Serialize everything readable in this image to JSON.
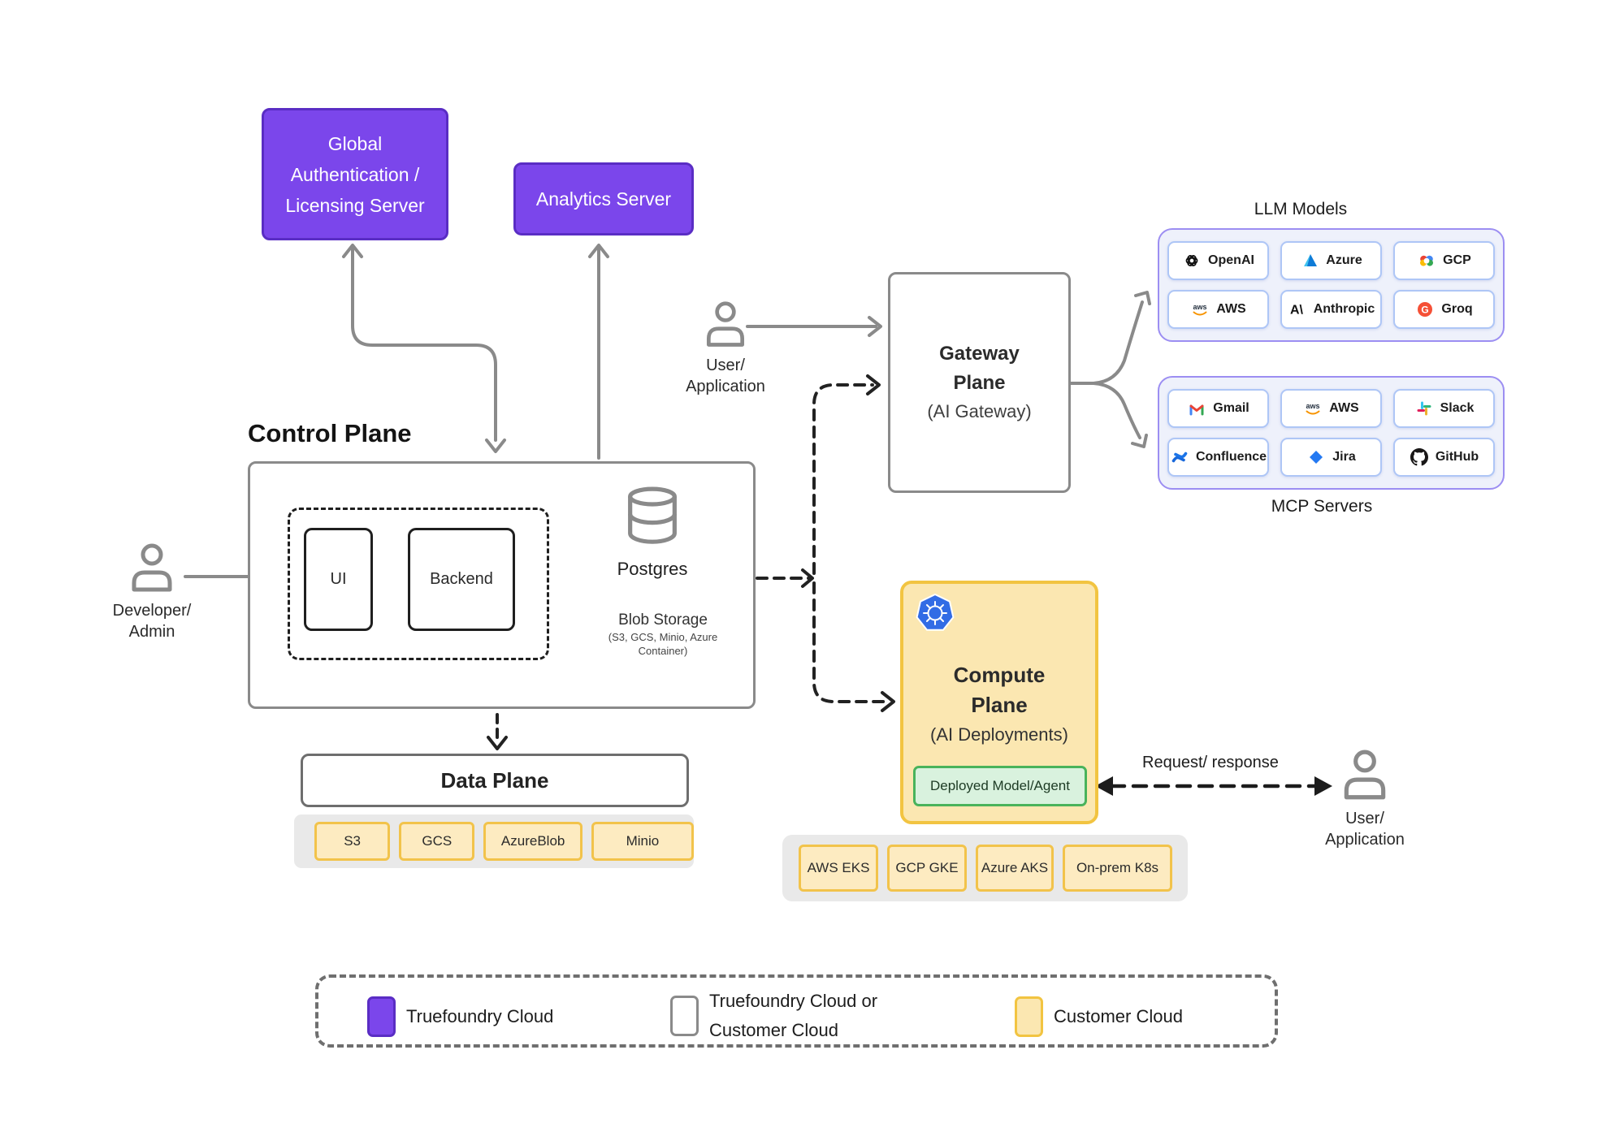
{
  "colors": {
    "truefoundry_purple": "#7B46EB",
    "purple_border": "#5A2DC4",
    "customer_yellow_fill": "#FBE7B1",
    "customer_yellow_border": "#F2C441",
    "chip_yellow_fill": "#FDEBC1",
    "chip_yellow_border": "#F2C34B",
    "green_fill": "#D9F2DE",
    "green_border": "#49B35B",
    "panel_fill": "#EEF1FB",
    "panel_border": "#9C8EF2",
    "gray_line": "#8A8A8A",
    "dark_line": "#1F1F1F",
    "strip_bg": "#E9E9E9",
    "kubernetes_blue": "#326CE5"
  },
  "nodes": {
    "global_auth": {
      "lines": [
        "Global",
        "Authentication /",
        "Licensing Server"
      ]
    },
    "analytics": {
      "label": "Analytics Server"
    },
    "control_plane": {
      "title": "Control Plane"
    },
    "ui_box": {
      "label": "UI"
    },
    "backend_box": {
      "label": "Backend"
    },
    "postgres": {
      "label": "Postgres"
    },
    "blob": {
      "title": "Blob Storage",
      "sub_lines": [
        "(S3, GCS, Minio, Azure",
        "Container)"
      ]
    },
    "data_plane": {
      "title": "Data Plane"
    },
    "gateway": {
      "lines": [
        "Gateway",
        "Plane"
      ],
      "sub": "(AI Gateway)"
    },
    "compute": {
      "lines": [
        "Compute",
        "Plane"
      ],
      "sub": "(AI Deployments)",
      "deployed": "Deployed Model/Agent"
    },
    "developer": {
      "lines": [
        "Developer/",
        "Admin"
      ]
    },
    "user_top": {
      "lines": [
        "User/",
        "Application"
      ]
    },
    "user_bottom": {
      "lines": [
        "User/",
        "Application"
      ]
    },
    "request_label": "Request/ response"
  },
  "storage_strip": {
    "items": [
      "S3",
      "GCS",
      "AzureBlob",
      "Minio"
    ]
  },
  "k8s_strip": {
    "items": [
      "AWS EKS",
      "GCP GKE",
      "Azure AKS",
      "On-prem K8s"
    ]
  },
  "llm_models": {
    "title": "LLM Models",
    "items": [
      {
        "label": "OpenAI",
        "icon": "openai-icon"
      },
      {
        "label": "Azure",
        "icon": "azure-icon"
      },
      {
        "label": "GCP",
        "icon": "gcp-icon"
      },
      {
        "label": "AWS",
        "icon": "aws-icon"
      },
      {
        "label": "Anthropic",
        "icon": "anthropic-icon"
      },
      {
        "label": "Groq",
        "icon": "groq-icon"
      }
    ]
  },
  "mcp_servers": {
    "title": "MCP Servers",
    "items": [
      {
        "label": "Gmail",
        "icon": "gmail-icon"
      },
      {
        "label": "AWS",
        "icon": "aws-icon"
      },
      {
        "label": "Slack",
        "icon": "slack-icon"
      },
      {
        "label": "Confluence",
        "icon": "confluence-icon"
      },
      {
        "label": "Jira",
        "icon": "jira-icon"
      },
      {
        "label": "GitHub",
        "icon": "github-icon"
      }
    ]
  },
  "legend": {
    "items": [
      {
        "swatch": "truefoundry-cloud",
        "lines": [
          "Truefoundry Cloud"
        ]
      },
      {
        "swatch": "truefoundry-or-customer-cloud",
        "lines": [
          "Truefoundry Cloud or",
          "Customer Cloud"
        ]
      },
      {
        "swatch": "customer-cloud",
        "lines": [
          "Customer Cloud"
        ]
      }
    ]
  }
}
